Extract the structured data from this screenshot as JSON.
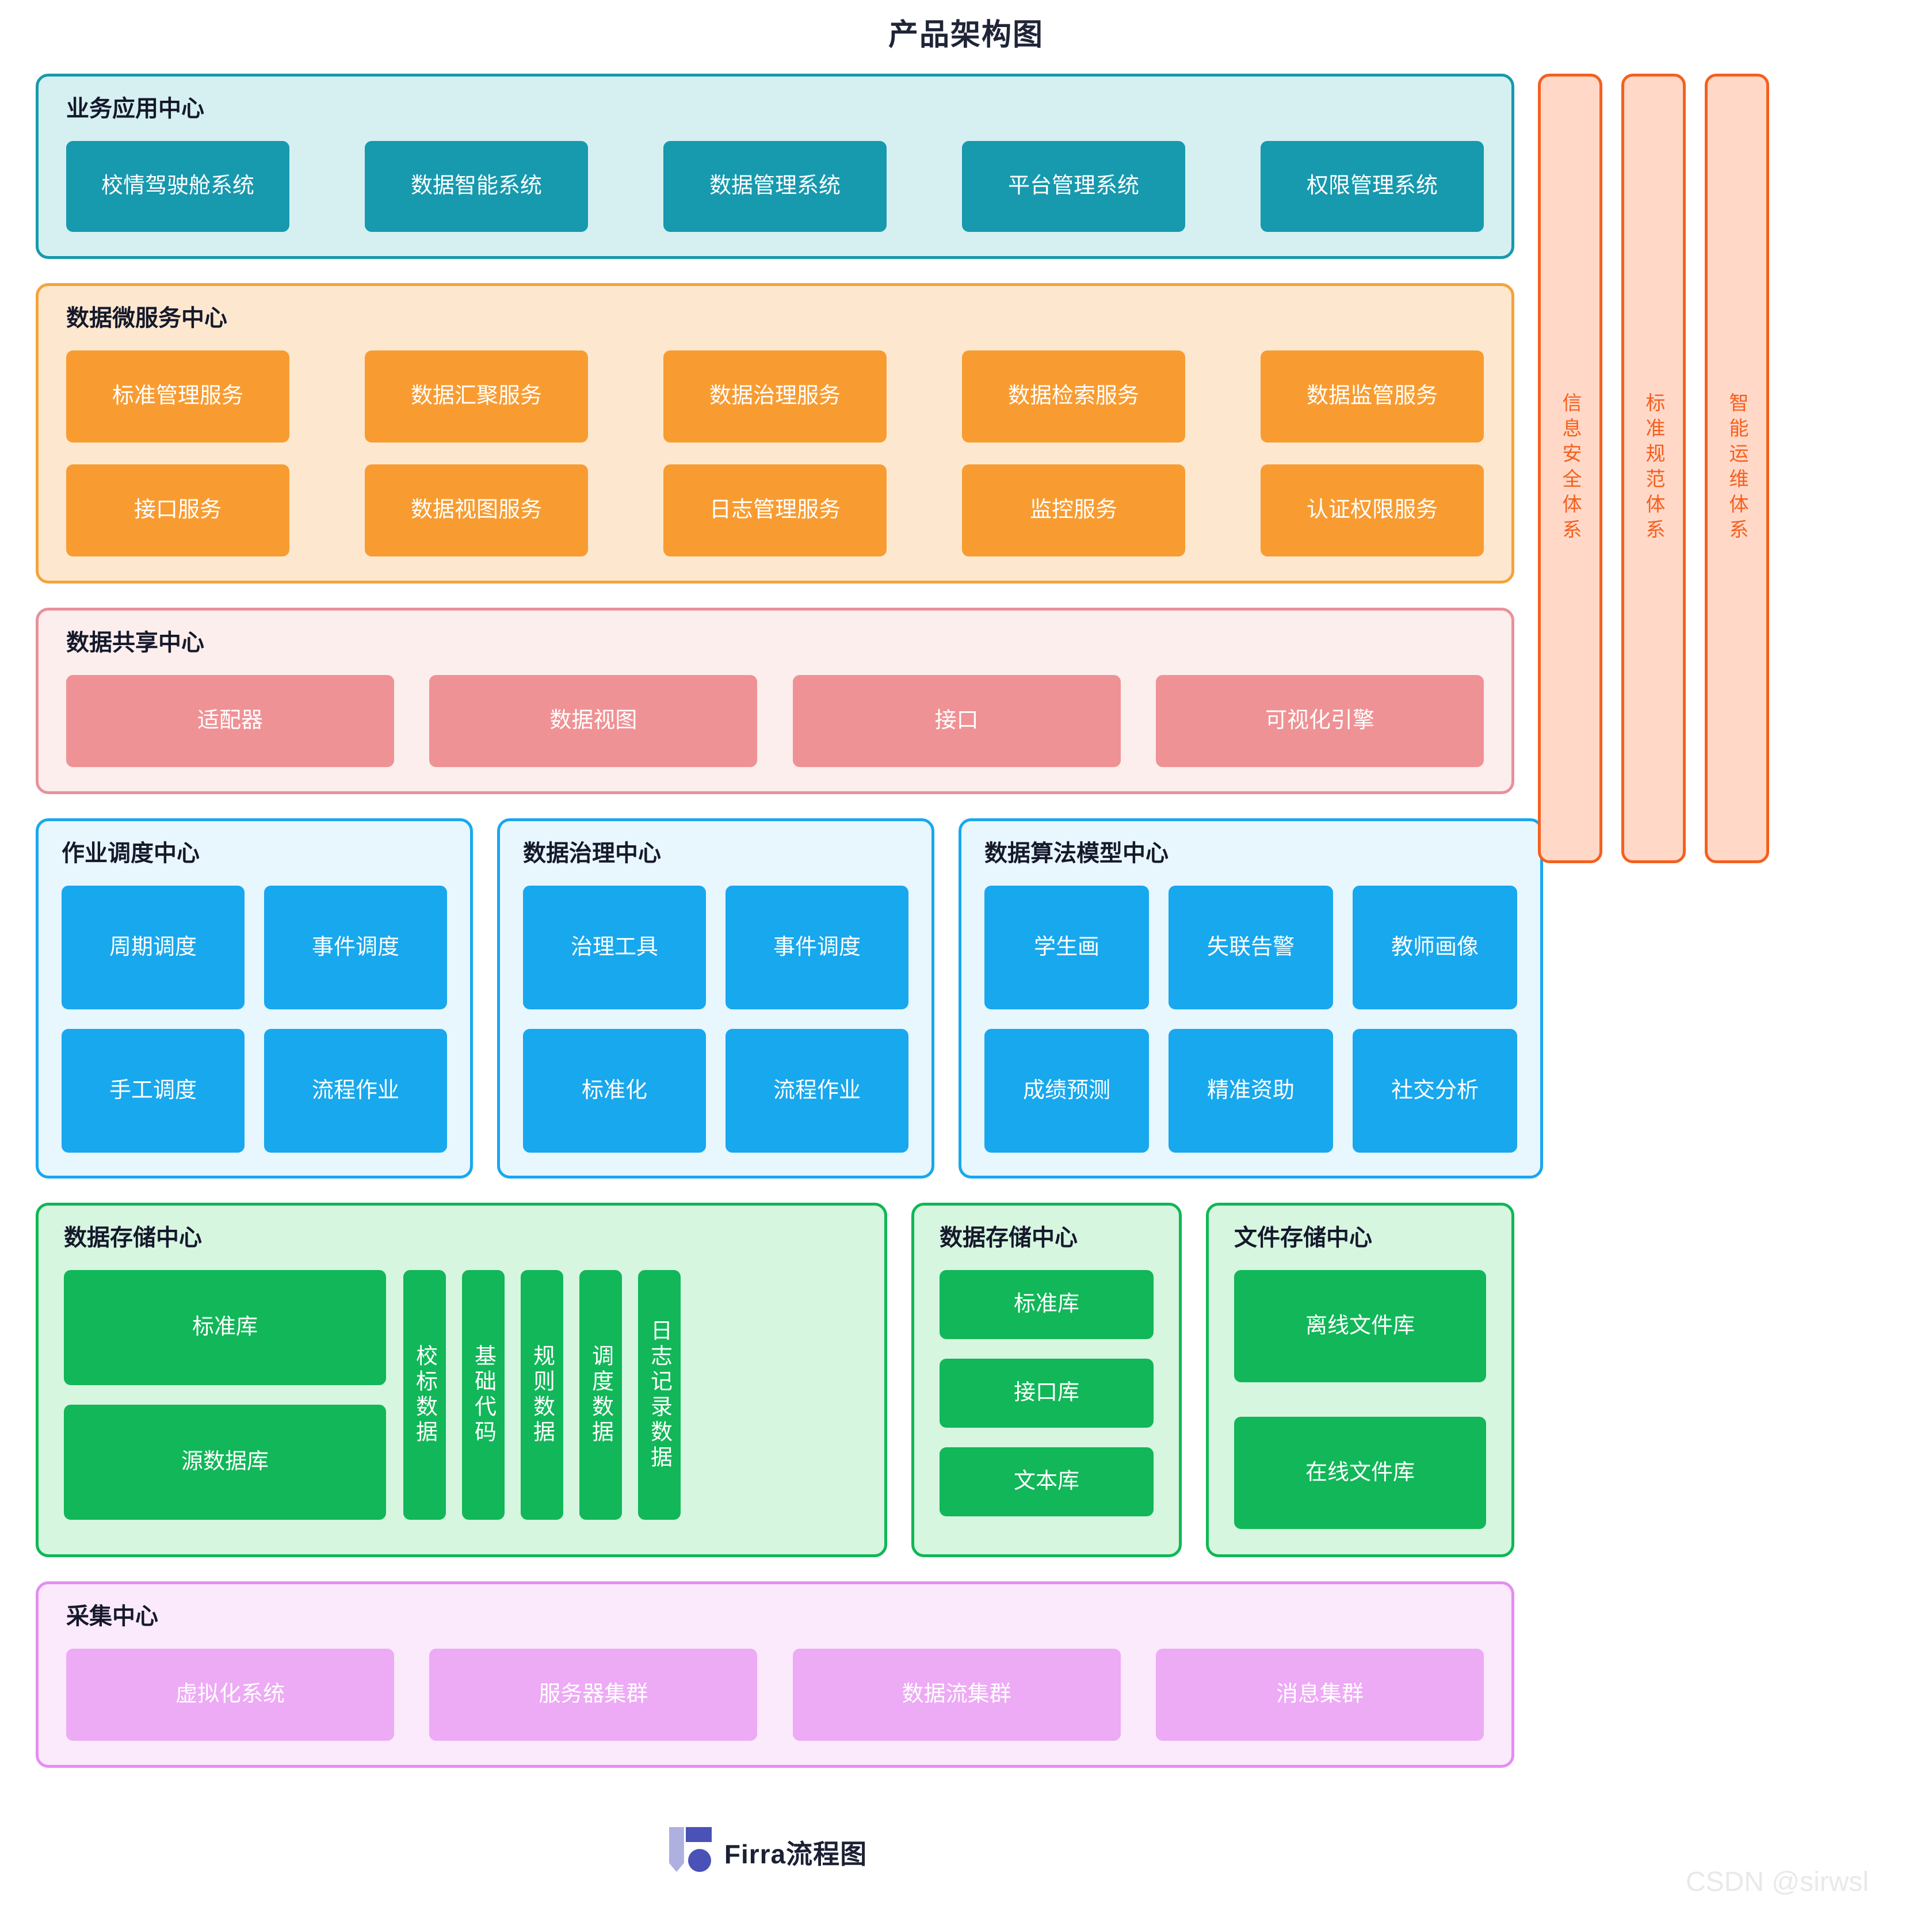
{
  "title": "产品架构图",
  "sections": {
    "business": {
      "label": "业务应用中心",
      "items": [
        "校情驾驶舱系统",
        "数据智能系统",
        "数据管理系统",
        "平台管理系统",
        "权限管理系统"
      ],
      "fill": "#d6f0f2",
      "accent": "#1799ae"
    },
    "microservice": {
      "label": "数据微服务中心",
      "row1": [
        "标准管理服务",
        "数据汇聚服务",
        "数据治理服务",
        "数据检索服务",
        "数据监管服务"
      ],
      "row2": [
        "接口服务",
        "数据视图服务",
        "日志管理服务",
        "监控服务",
        "认证权限服务"
      ],
      "fill": "#fde8cf",
      "accent": "#f89c32"
    },
    "share": {
      "label": "数据共享中心",
      "items": [
        "适配器",
        "数据视图",
        "接口",
        "可视化引擎"
      ],
      "fill": "#fceeed",
      "accent": "#ef9295"
    },
    "scheduling": {
      "label": "作业调度中心",
      "row1": [
        "周期调度",
        "事件调度"
      ],
      "row2": [
        "手工调度",
        "流程作业"
      ],
      "fill": "#e8f6fe",
      "accent": "#18a8ee"
    },
    "governance": {
      "label": "数据治理中心",
      "row1": [
        "治理工具",
        "事件调度"
      ],
      "row2": [
        "标准化",
        "流程作业"
      ],
      "fill": "#e8f6fe",
      "accent": "#18a8ee"
    },
    "algorithm": {
      "label": "数据算法模型中心",
      "row1": [
        "学生画",
        "失联告警",
        "教师画像"
      ],
      "row2": [
        "成绩预测",
        "精准资助",
        "社交分析"
      ],
      "fill": "#e8f6fe",
      "accent": "#18a8ee"
    },
    "storage_main": {
      "label": "数据存储中心",
      "wide_items": [
        "标准库",
        "源数据库"
      ],
      "vertical_items": [
        "校标数据",
        "基础代码",
        "规则数据",
        "调度数据",
        "日志记录数据"
      ],
      "fill": "#d6f6e0",
      "accent": "#11b758"
    },
    "storage_sub": {
      "label": "数据存储中心",
      "items": [
        "标准库",
        "接口库",
        "文本库"
      ],
      "fill": "#d6f6e0",
      "accent": "#11b758"
    },
    "storage_file": {
      "label": "文件存储中心",
      "items": [
        "离线文件库",
        "在线文件库"
      ],
      "fill": "#d6f6e0",
      "accent": "#11b758"
    },
    "collect": {
      "label": "采集中心",
      "items": [
        "虚拟化系统",
        "服务器集群",
        "数据流集群",
        "消息集群"
      ],
      "fill": "#faeafc",
      "accent": "#edaaf5"
    }
  },
  "system_bars": [
    {
      "label": "信息安全体系",
      "fill": "#ffd8c8",
      "accent": "#f4601f"
    },
    {
      "label": "标准规范体系",
      "fill": "#ffd8c8",
      "accent": "#f4601f"
    },
    {
      "label": "智能运维体系",
      "fill": "#ffd8c8",
      "accent": "#f4601f"
    }
  ],
  "footer": {
    "brand": "Firra流程图",
    "logo_colors": {
      "light": "#aeb0e0",
      "dark": "#4a52b8"
    }
  },
  "watermark": "CSDN @sirwsl"
}
